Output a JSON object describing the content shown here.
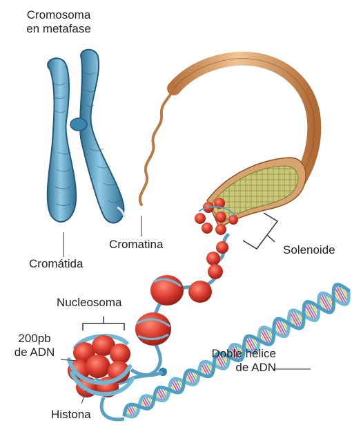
{
  "labels": {
    "metaphase_chromosome": [
      "Cromosoma",
      "en metafase"
    ],
    "chromatid": "Cromátida",
    "chromatin": "Cromatina",
    "solenoid": "Solenoide",
    "nucleosome": "Nucleosoma",
    "dna_200bp": [
      "200pb",
      "de ADN"
    ],
    "double_helix": [
      "Doble hélice",
      "de ADN"
    ],
    "histone": "Histona"
  },
  "colors": {
    "chromosome": "#5aa7cf",
    "chromosome_dark": "#2f6f93",
    "chromatin_fiber": "#d79a62",
    "solenoid_core": "#c9c77a",
    "histone": "#d83a2c",
    "dna_strand": "#6fb8d6",
    "helix_pink": "#c8418f",
    "helix_teal": "#3fa59b",
    "helix_yellow": "#e3c13d"
  }
}
